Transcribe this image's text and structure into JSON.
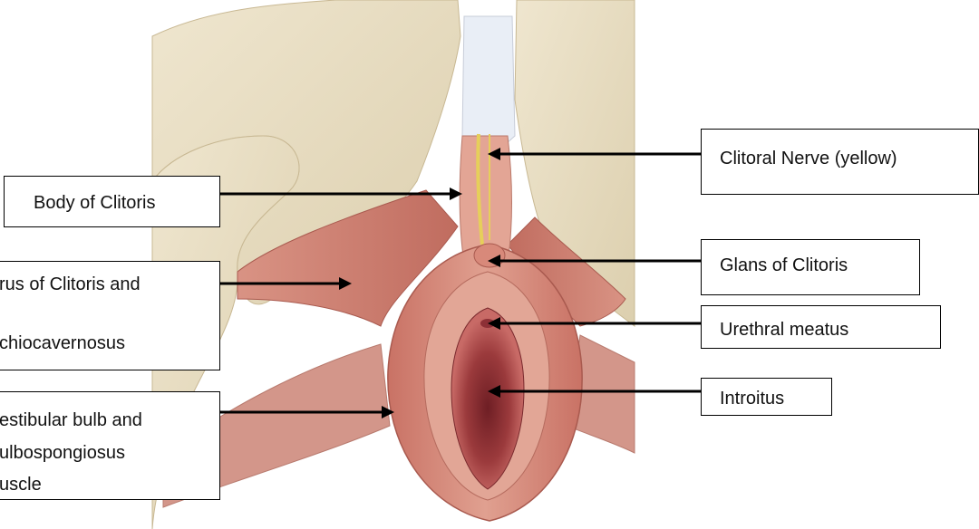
{
  "diagram": {
    "labels": {
      "clitoral_nerve": "Clitoral Nerve (yellow)",
      "body_of_clitoris": "Body of Clitoris",
      "crus_line1": "rus of Clitoris and",
      "crus_line2": "chiocavernosus",
      "glans": "Glans of Clitoris",
      "urethral_meatus": "Urethral meatus",
      "introitus": "Introitus",
      "bulb_line1": "estibular bulb and",
      "bulb_line2": "ulbospongiosus",
      "bulb_line3": "uscle"
    },
    "colors": {
      "bone": "#e8dcc0",
      "ligament": "#e8ecf4",
      "muscle": "#c9796b",
      "labia": "#d48a7c",
      "introitus": "#9a3a3a",
      "nerve": "#e8d060"
    }
  }
}
